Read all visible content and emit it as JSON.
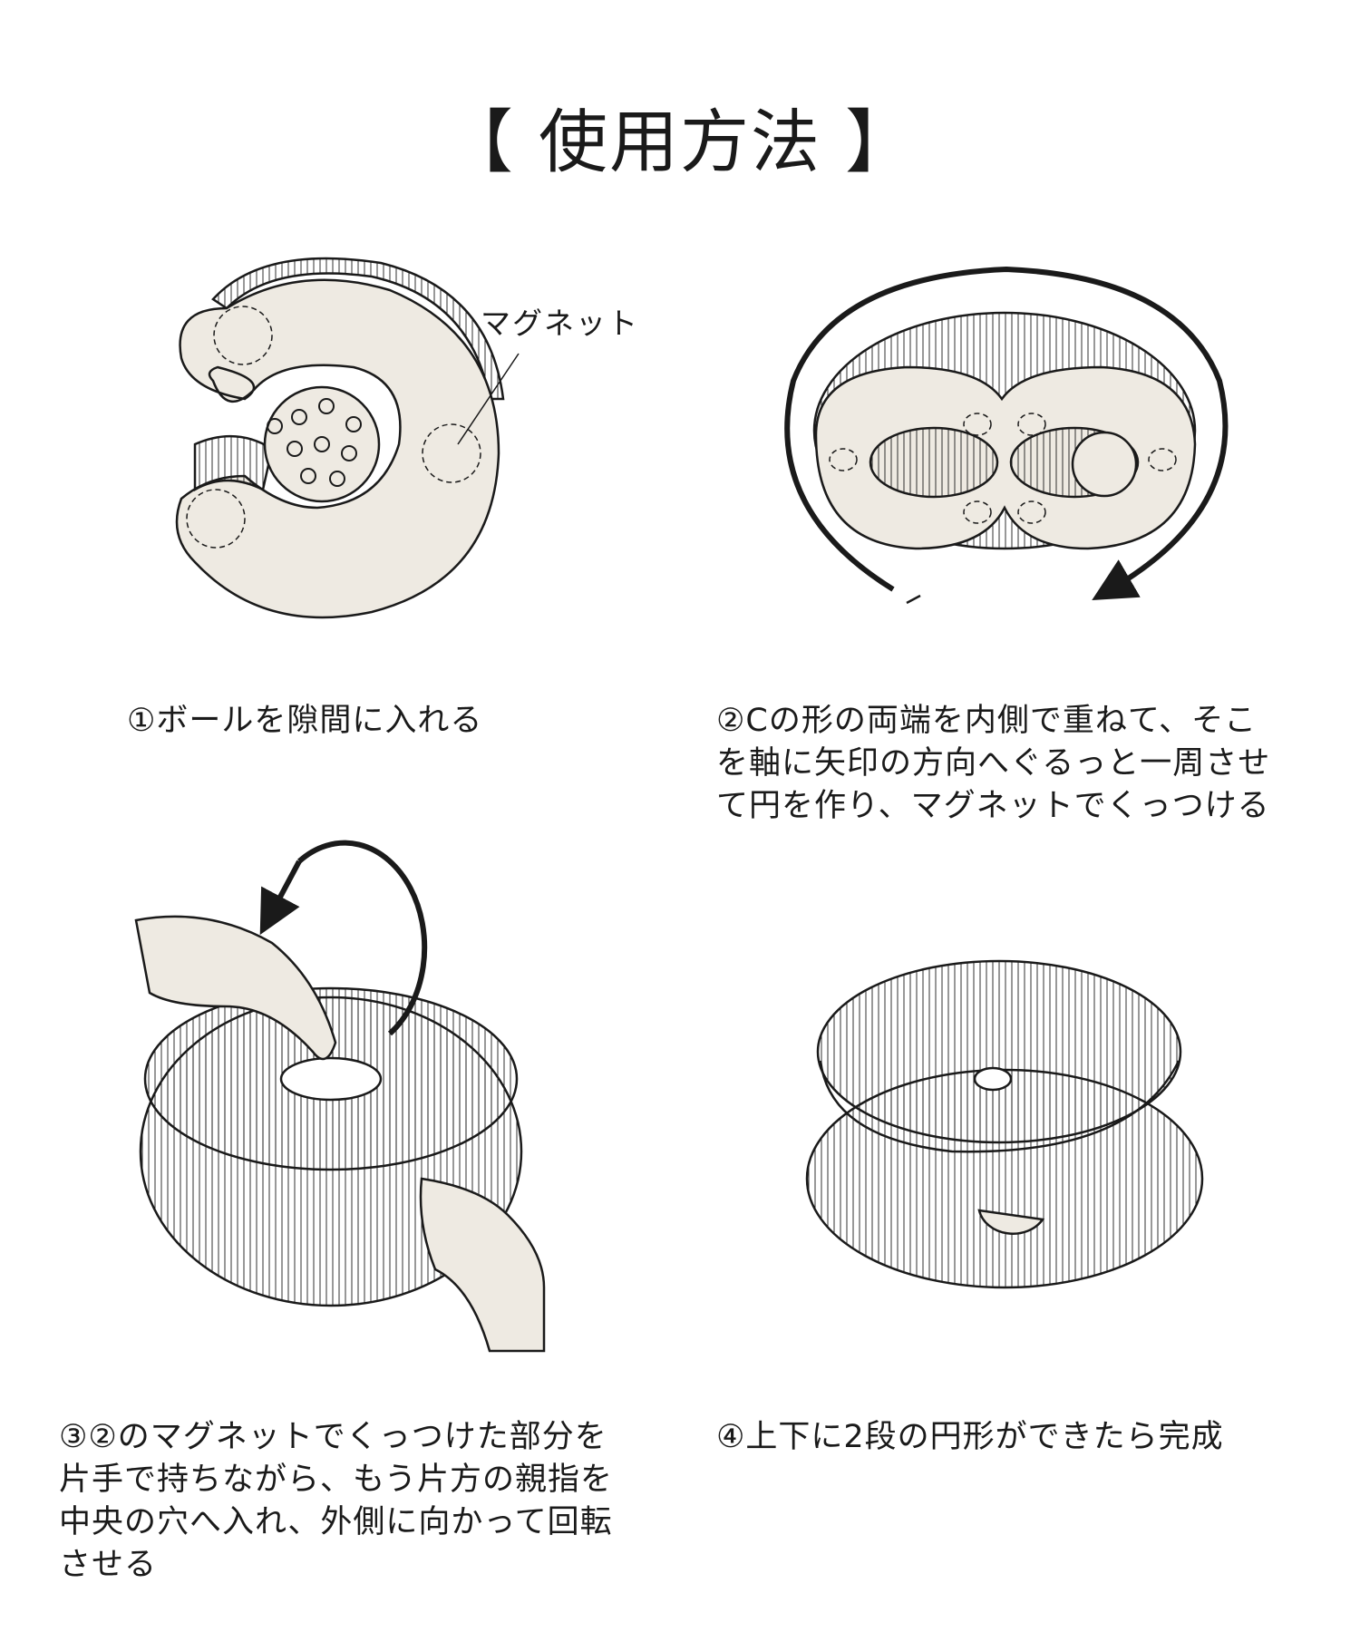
{
  "title": "【 使用方法 】",
  "colors": {
    "fill": "#eeeae2",
    "line": "#1a1a1a"
  },
  "illustration1": {
    "magnet_label": "マグネット"
  },
  "steps": [
    {
      "lines": [
        "①ボールを隙間に入れる"
      ]
    },
    {
      "lines": [
        "②Cの形の両端を内側で重ねて、そこ",
        "を軸に矢印の方向へぐるっと一周させ",
        "て円を作り、マグネットでくっつける"
      ]
    },
    {
      "lines": [
        "③②のマグネットでくっつけた部分を",
        "片手で持ちながら、もう片方の親指を",
        "中央の穴へ入れ、外側に向かって回転",
        "させる"
      ]
    },
    {
      "lines": [
        "④上下に2段の円形ができたら完成"
      ]
    }
  ]
}
